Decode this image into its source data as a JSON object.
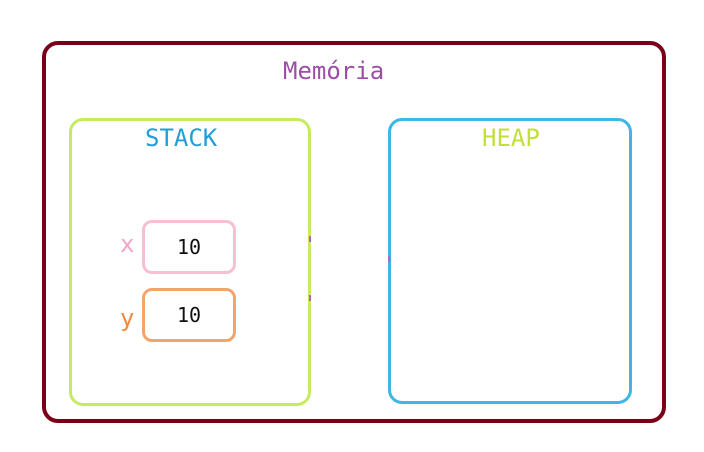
{
  "diagram": {
    "memory_label": "Memória",
    "stack_label": "STACK",
    "heap_label": "HEAP",
    "variables": [
      {
        "name": "x",
        "value": "10"
      },
      {
        "name": "y",
        "value": "10"
      }
    ]
  },
  "colors": {
    "memory_border": "#7a0019",
    "memory_title": "#9b4ea6",
    "stack_border": "#c7ea63",
    "stack_title": "#1f9fd8",
    "heap_border": "#3eb7e4",
    "heap_title": "#c2e03a",
    "x_border": "#f6bfd4",
    "x_label": "#f0a4c4",
    "y_border": "#f2a56a",
    "y_label": "#ef8a3d"
  }
}
